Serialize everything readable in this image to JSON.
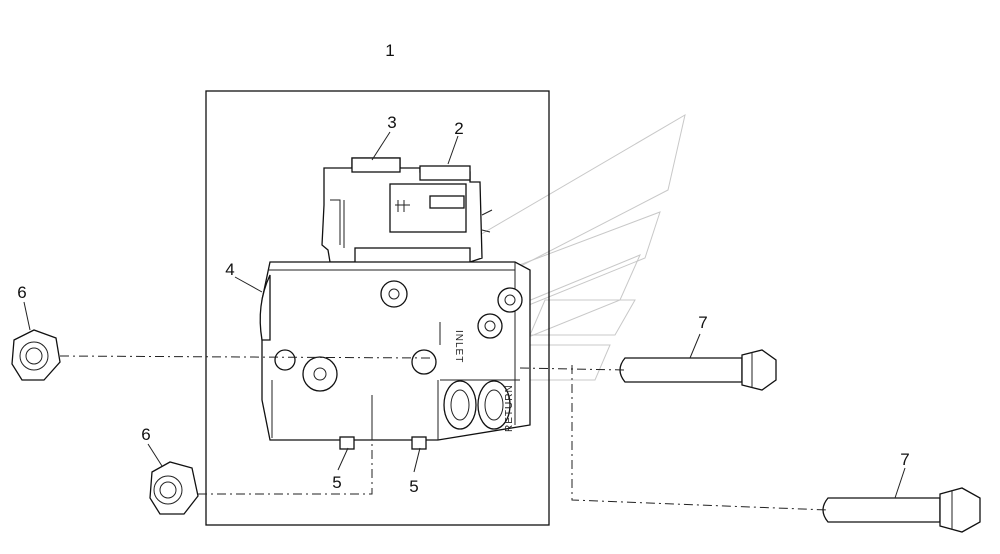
{
  "callouts": {
    "c1": "1",
    "c2": "2",
    "c3": "3",
    "c4": "4",
    "c5a": "5",
    "c5b": "5",
    "c6a": "6",
    "c6b": "6",
    "c7a": "7",
    "c7b": "7"
  },
  "port_labels": {
    "inlet": "INLET",
    "return": "RETURN"
  },
  "watermark_icon": "winged-logo-icon"
}
